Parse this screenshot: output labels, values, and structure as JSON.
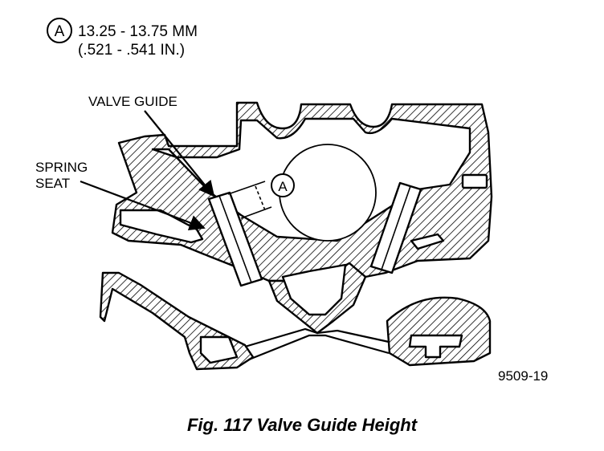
{
  "spec": {
    "marker": "A",
    "metric": "13.25 - 13.75 MM",
    "imperial": "(.521 - .541 IN.)"
  },
  "labels": {
    "valve_guide": "VALVE GUIDE",
    "spring_seat_line1": "SPRING",
    "spring_seat_line2": "SEAT",
    "dimension_marker": "A"
  },
  "figure_number": "9509-19",
  "caption": "Fig. 117 Valve Guide Height"
}
